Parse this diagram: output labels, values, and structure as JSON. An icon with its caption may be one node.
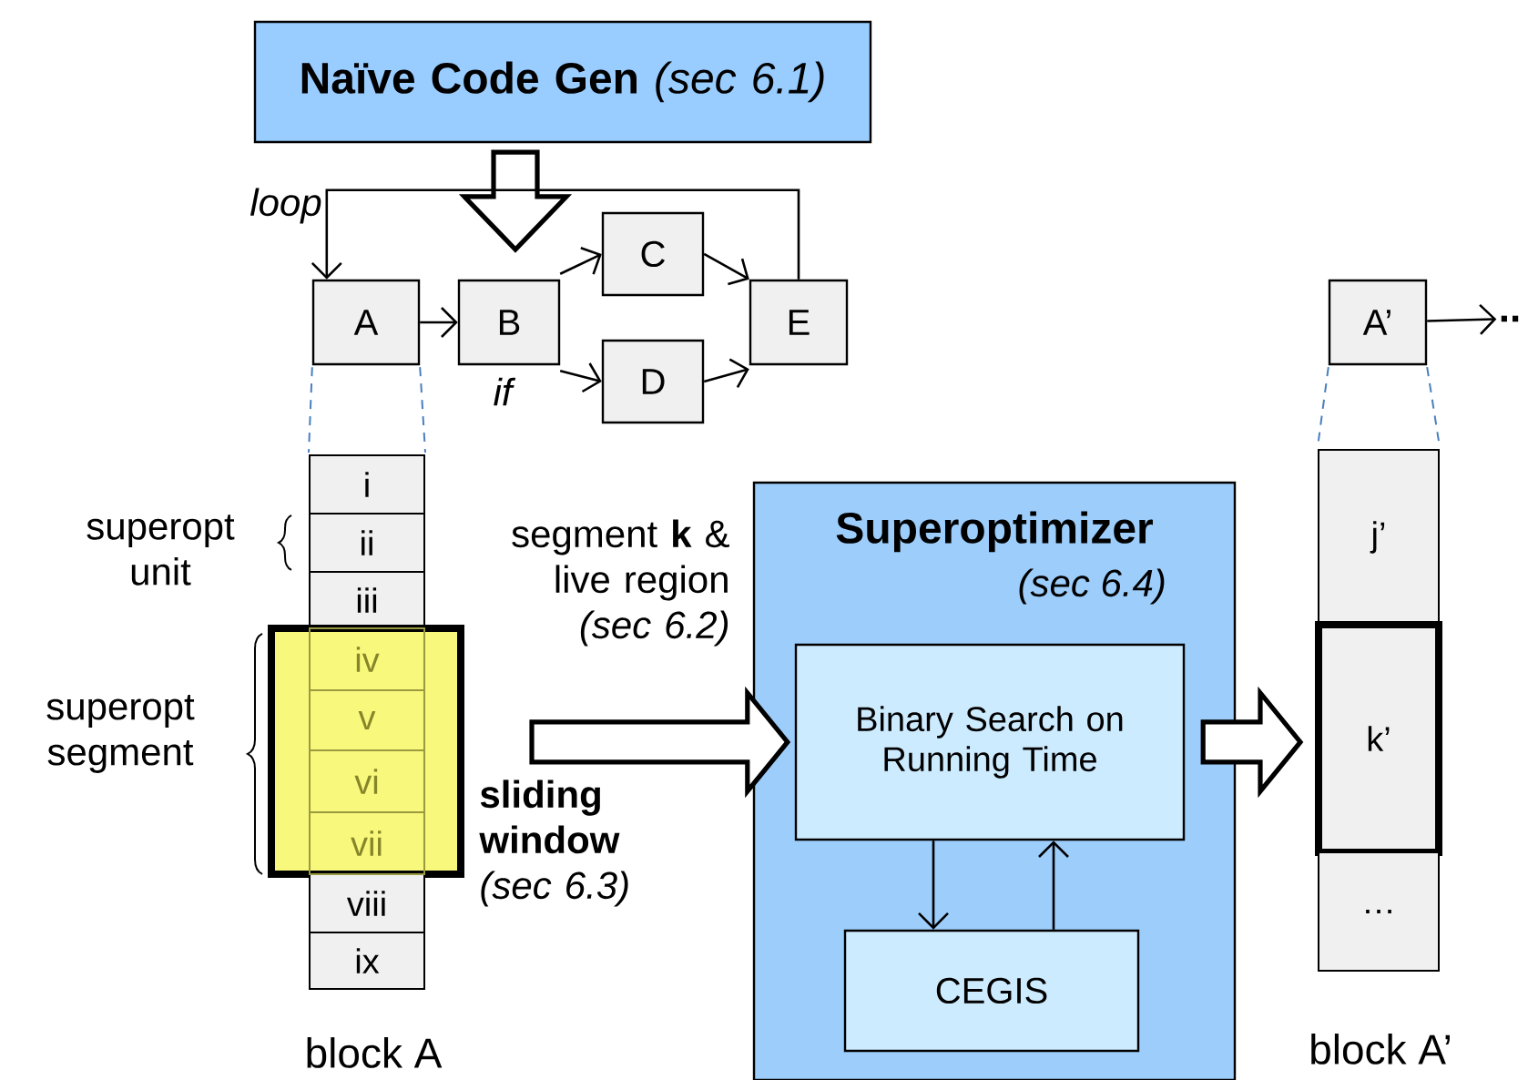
{
  "diagram": {
    "nodes": [
      {
        "text": [
          "**Naïve Code Gen** *(sec 6.1)*"
        ]
      },
      {
        "text": [
          "A"
        ]
      },
      {
        "text": [
          "B"
        ]
      },
      {
        "text": [
          "C"
        ]
      },
      {
        "text": [
          "D"
        ]
      },
      {
        "text": [
          "E"
        ]
      },
      {
        "text": [
          "A’"
        ]
      },
      {
        "text": [
          ".."
        ]
      },
      {
        "text": [
          "i"
        ]
      },
      {
        "text": [
          "ii"
        ]
      },
      {
        "text": [
          "iii"
        ]
      },
      {
        "text": [],
        "shape": "box"
      },
      {
        "text": [
          "iv"
        ],
        "in": 11
      },
      {
        "text": [
          "v"
        ],
        "in": 11
      },
      {
        "text": [
          "vi"
        ],
        "in": 11
      },
      {
        "text": [
          "vii"
        ],
        "in": 11
      },
      {
        "text": [
          "viii"
        ]
      },
      {
        "text": [
          "ix"
        ]
      },
      {
        "text": [
          "Superoptimizer",
          "(sec 6.4)"
        ]
      },
      {
        "text": [
          "Binary Search on Running Time"
        ],
        "in": 18
      },
      {
        "text": [
          "CEGIS"
        ],
        "in": 18
      },
      {
        "text": [
          "j’"
        ]
      },
      {
        "text": [
          "k’"
        ]
      },
      {
        "text": [
          "…"
        ]
      }
    ],
    "edges": [
      {
        "from": 0,
        "to": null,
        "arrow": "to",
        "style": "thick"
      },
      {
        "from": 1,
        "to": 2,
        "arrow": "to"
      },
      {
        "from": 2,
        "to": 3,
        "arrow": "to"
      },
      {
        "from": 2,
        "to": 4,
        "arrow": "to"
      },
      {
        "from": 3,
        "to": 5,
        "arrow": "to"
      },
      {
        "from": 4,
        "to": 5,
        "arrow": "to"
      },
      {
        "from": 5,
        "to": 1,
        "arrow": "to",
        "label": "loop"
      },
      {
        "from": 6,
        "to": 7,
        "arrow": "to"
      },
      {
        "from": 11,
        "to": 19,
        "arrow": "to",
        "style": "thick"
      },
      {
        "from": 19,
        "to": 22,
        "arrow": "to",
        "style": "thick"
      },
      {
        "from": 19,
        "to": 20,
        "arrow": "to"
      },
      {
        "from": 20,
        "to": 19,
        "arrow": "to"
      },
      {
        "from": 1,
        "to": 8,
        "arrow": "none",
        "style": "dashed",
        "color": "#4a7fc0"
      },
      {
        "from": 1,
        "to": 8,
        "arrow": "none",
        "style": "dashed",
        "color": "#4a7fc0"
      },
      {
        "from": 6,
        "to": 21,
        "arrow": "none",
        "style": "dashed",
        "color": "#4a7fc0"
      },
      {
        "from": 6,
        "to": 21,
        "arrow": "none",
        "style": "dashed",
        "color": "#4a7fc0"
      }
    ],
    "labels": [
      "if",
      "superopt unit",
      "superopt segment",
      "segment **k** & live region *(sec 6.2)*",
      "**sliding window** *(sec 6.3)*",
      "block A",
      "block A’"
    ]
  }
}
